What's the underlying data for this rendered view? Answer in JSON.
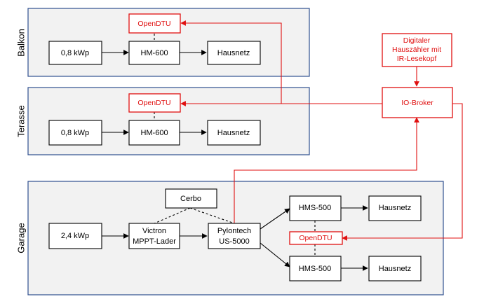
{
  "sections": {
    "balkon": "Balkon",
    "terasse": "Terasse",
    "garage": "Garage"
  },
  "balkon": {
    "opendtu": "OpenDTU",
    "source": "0,8 kWp",
    "inverter": "HM-600",
    "grid": "Hausnetz"
  },
  "terasse": {
    "opendtu": "OpenDTU",
    "source": "0,8 kWp",
    "inverter": "HM-600",
    "grid": "Hausnetz"
  },
  "garage": {
    "cerbo": "Cerbo",
    "source": "2,4 kWp",
    "charger_line1": "Victron",
    "charger_line2": "MPPT-Lader",
    "battery_line1": "Pylontech",
    "battery_line2": "US-5000",
    "inverter_top": "HMS-500",
    "inverter_bottom": "HMS-500",
    "grid_top": "Hausnetz",
    "grid_bottom": "Hausnetz",
    "opendtu": "OpenDTU"
  },
  "meter": {
    "line1": "Digitaler",
    "line2": "Hauszähler mit",
    "line3": "IR-Lesekopf"
  },
  "broker": "IO-Broker",
  "colors": {
    "panel_fill": "#f2f2f2",
    "panel_border": "#2f4f8f",
    "accent_red": "#e01010"
  }
}
